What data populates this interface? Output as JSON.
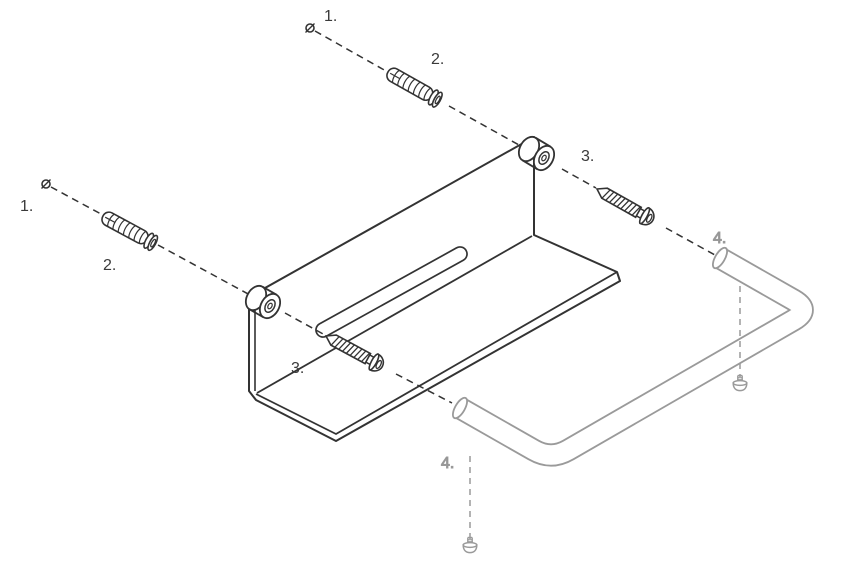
{
  "diagram": {
    "colors": {
      "background": "#ffffff",
      "line_dark": "#333333",
      "line_light": "#9a9a9a",
      "label_dark": "#3a3a3a",
      "label_light": "#8f8f8f"
    },
    "callouts": [
      {
        "id": "hole-mark-top",
        "label": "1."
      },
      {
        "id": "wall-plug-top",
        "label": "2."
      },
      {
        "id": "screw-top",
        "label": "3."
      },
      {
        "id": "set-screw-right",
        "label": "4."
      },
      {
        "id": "hole-mark-left",
        "label": "1."
      },
      {
        "id": "wall-plug-left",
        "label": "2."
      },
      {
        "id": "screw-bottom",
        "label": "3."
      },
      {
        "id": "set-screw-bottom",
        "label": "4."
      }
    ]
  }
}
